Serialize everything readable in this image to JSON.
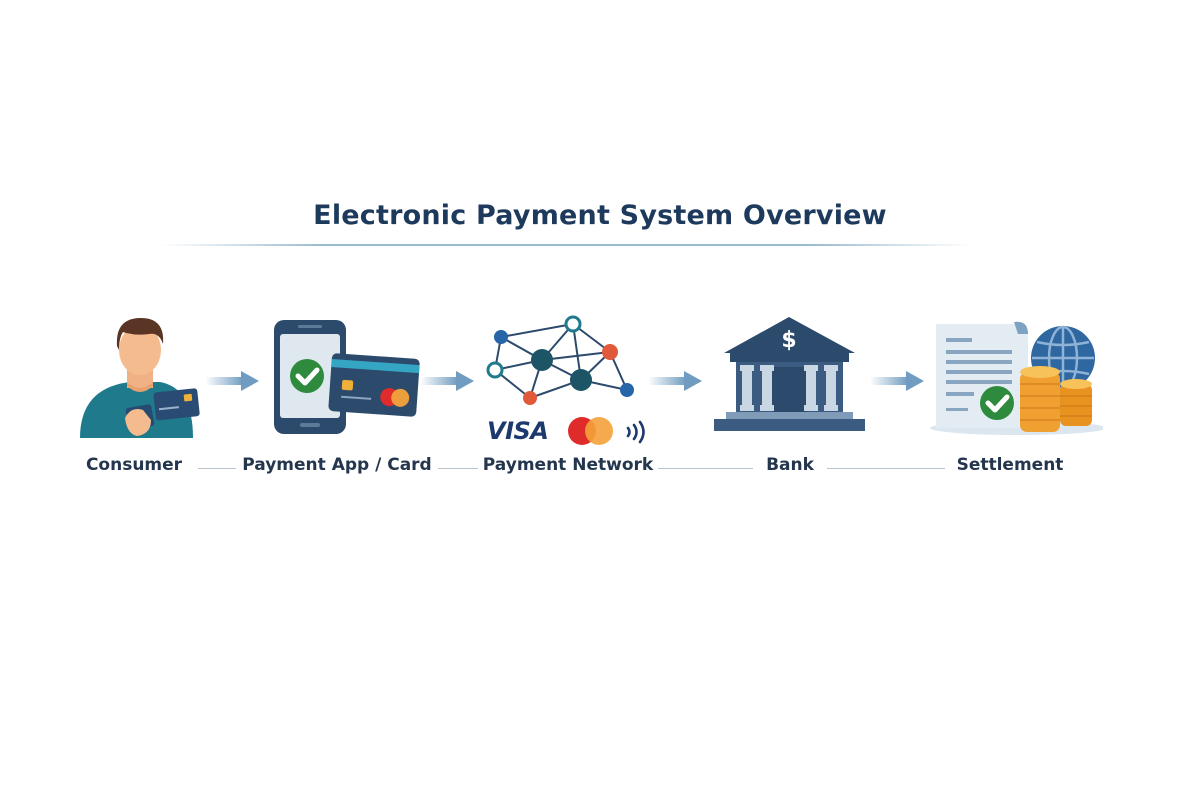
{
  "title": "Electronic Payment System Overview",
  "steps": [
    {
      "label": "Consumer",
      "icon": "person-holding-card-icon"
    },
    {
      "label": "Payment App / Card",
      "icon": "phone-and-card-icon"
    },
    {
      "label": "Payment Network",
      "icon": "network-nodes-icon",
      "logos": {
        "visa": "VISA",
        "mastercard": "mastercard-logo",
        "contactless": "contactless-icon"
      }
    },
    {
      "label": "Bank",
      "icon": "bank-building-icon",
      "symbol": "$"
    },
    {
      "label": "Settlement",
      "icon": "document-coins-globe-icon"
    }
  ],
  "colors": {
    "title": "#1d3a5c",
    "label": "#24364d",
    "arrow": "#6f9cc0",
    "navy": "#2c4a6b",
    "teal": "#1f7a8c",
    "green": "#2e8b3e",
    "red": "#e05a3a",
    "gold": "#f2a43a"
  }
}
